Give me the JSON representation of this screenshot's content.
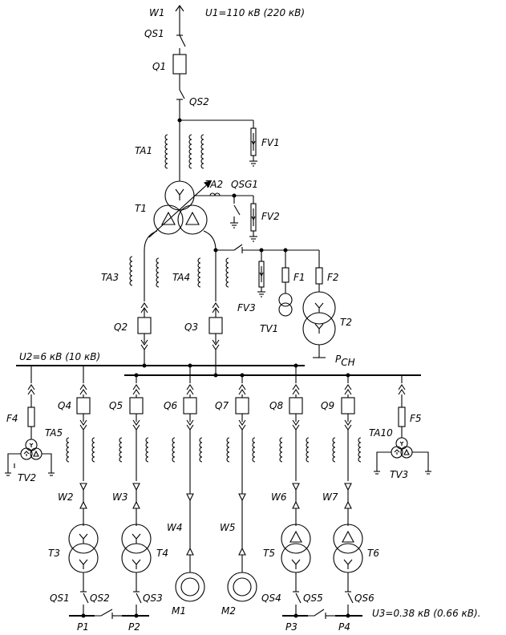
{
  "voltages": {
    "u1": "U1=110  кВ  (220  кВ)",
    "u2": "U2=6  кВ  (10  кВ)",
    "u3": "U3=0.38  кВ  (0.66  кВ)."
  },
  "psn": {
    "main": "Р",
    "sub": "СН"
  },
  "labels": {
    "W1": "W1",
    "QS1_top": "QS1",
    "Q1": "Q1",
    "QS2_top": "QS2",
    "TA1": "TA1",
    "FV1": "FV1",
    "TA2": "TA2",
    "QSG1": "QSG1",
    "T1": "T1",
    "FV2": "FV2",
    "TA3": "TA3",
    "TA4": "TA4",
    "F1": "F1",
    "F2": "F2",
    "FV3": "FV3",
    "TV1": "TV1",
    "T2": "T2",
    "Q2": "Q2",
    "Q3": "Q3",
    "F4": "F4",
    "TA5": "TA5",
    "TV2": "TV2",
    "F5": "F5",
    "TA10": "TA10",
    "TV3": "TV3",
    "Q4": "Q4",
    "Q5": "Q5",
    "Q6": "Q6",
    "Q7": "Q7",
    "Q8": "Q8",
    "Q9": "Q9",
    "W2": "W2",
    "W3": "W3",
    "W4": "W4",
    "W5": "W5",
    "W6": "W6",
    "W7": "W7",
    "T3": "T3",
    "T4": "T4",
    "T5": "T5",
    "T6": "T6",
    "M1": "M1",
    "M2": "M2",
    "QS1_bot": "QS1",
    "QS2_bot": "QS2",
    "QS3": "QS3",
    "QS4": "QS4",
    "QS5": "QS5",
    "QS6": "QS6",
    "P1": "P1",
    "P2": "P2",
    "P3": "P3",
    "P4": "P4"
  }
}
